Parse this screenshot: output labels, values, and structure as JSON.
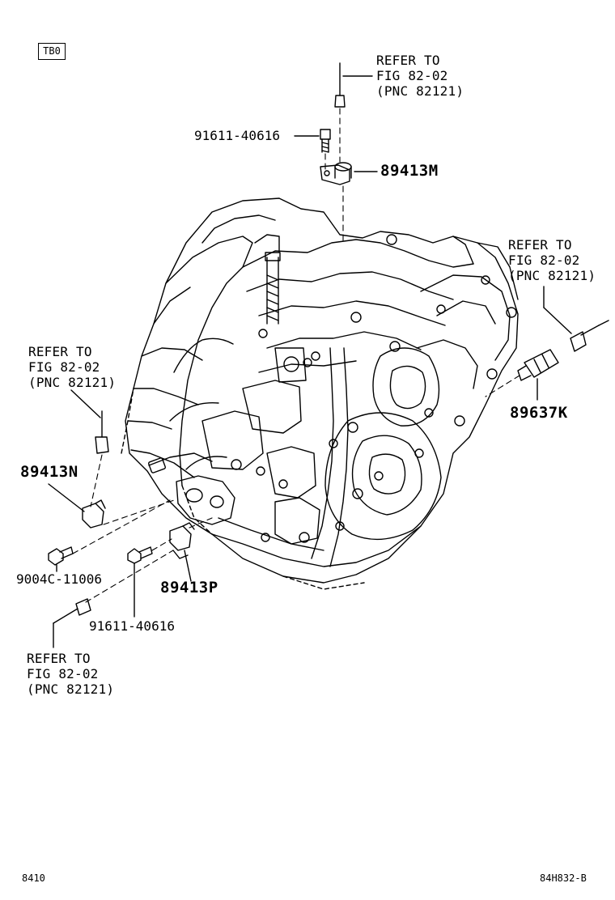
{
  "header": {
    "tag": "TB0"
  },
  "refs": {
    "top": {
      "line1": "REFER TO",
      "line2": "FIG 82-02",
      "line3": "(PNC 82121)"
    },
    "right": {
      "line1": "REFER TO",
      "line2": "FIG 82-02",
      "line3": "(PNC 82121)"
    },
    "left": {
      "line1": "REFER TO",
      "line2": "FIG 82-02",
      "line3": "(PNC 82121)"
    },
    "bottom": {
      "line1": "REFER TO",
      "line2": "FIG 82-02",
      "line3": "(PNC 82121)"
    }
  },
  "parts": {
    "bolt_top": "91611-40616",
    "sensor_top": "89413M",
    "sensor_right": "89637K",
    "sensor_left": "89413N",
    "bolt_left": "9004C-11006",
    "sensor_bottom": "89413P",
    "bolt_bottom": "91611-40616"
  },
  "footer": {
    "left_code": "8410",
    "right_code": "84H832-B"
  }
}
